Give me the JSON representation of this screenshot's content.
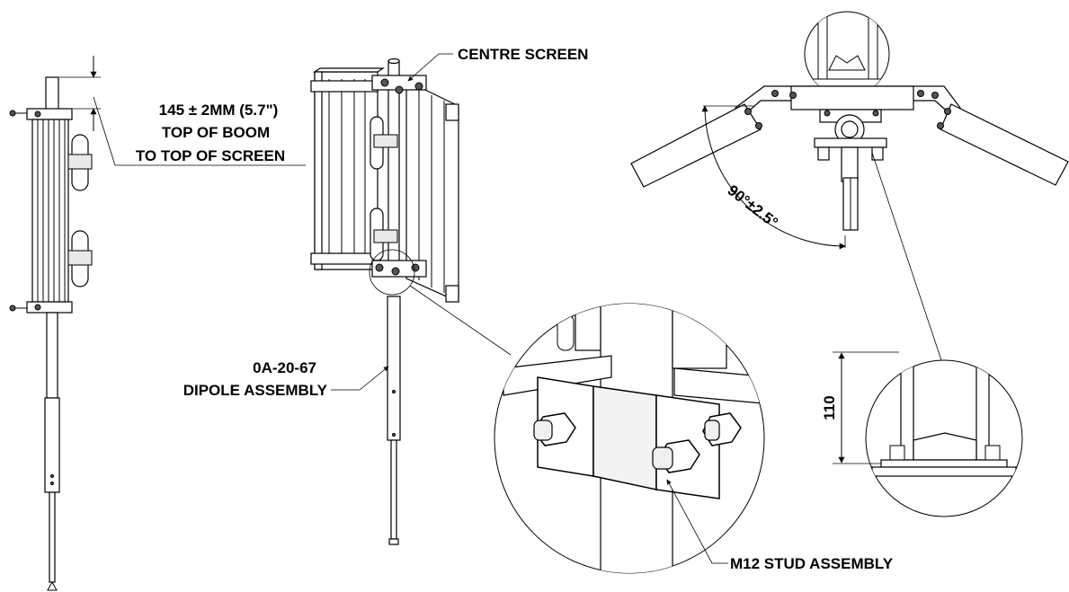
{
  "labels": {
    "offset_line1": "145 ± 2MM (5.7\")",
    "offset_line2": "TOP OF BOOM",
    "offset_line3": "TO TOP OF SCREEN",
    "centre_screen": "CENTRE SCREEN",
    "dipole_part": "0A-20-67",
    "dipole_name": "DIPOLE ASSEMBLY",
    "stud": "M12 STUD ASSEMBLY",
    "angle": "90°±2.5°",
    "height": "110"
  },
  "colors": {
    "line": "#000000",
    "fill": "#e9e9e9",
    "shade": "#555555"
  }
}
